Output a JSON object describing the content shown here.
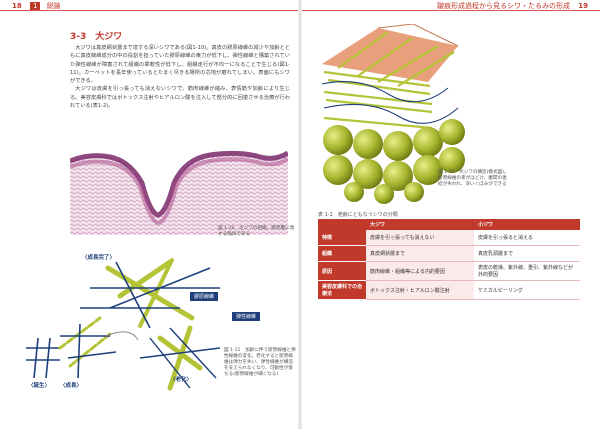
{
  "header": {
    "left_page_no": "18",
    "left_chapter_no": "1",
    "left_chapter": "総論",
    "right_title": "皺痕形成過程から見るシワ・たるみの形成",
    "right_page_no": "19"
  },
  "section": {
    "title": "3-3　大ジワ",
    "paragraphs": [
      "大ジワは真皮網状層まで達する深いシワである(図1-10)。真皮の膠原線維の減少や加齢とともに真皮線維成分の中の役割を担っていた膠原線維の東力が低下し、弾性線維と構築されていた弾性線維が障害されて組織の柔軟性が低下し、組織走行が不均一になることで生じる(図1-11)。カーペットを長年使っているとたまく尽きる場所の芯地が磨れてしまい、表面にもシワができる。",
      "大ジワは皮膚を引っ張っても消えないシワで、筋肉線維が縮み、表情筋や加齢により生じる。美容皮膚科ではボトックス注射やヒアルロン酸を注入して部分的に回復させる治療が行われている(表1-2)。"
    ]
  },
  "figure_1_10_caption": "図 1-10　大ジワの組織。網状層に達する陥凹である",
  "figure_1_11": {
    "caption": "図 1-11　加齢に伴う膠原線維と弾性線維の変化。老化すると膠原線維は弾力を失い、弾性線維が構造を支えられなくなり、可動性が落ちる(膠原線維が細くなる)",
    "labels": {
      "growth": "〈成長完了〉",
      "collagen": "膠原線維",
      "elastic": "弾性線維",
      "birth": "〈誕生〉",
      "growing": "〈成長〉",
      "aging": "〈老化〉"
    }
  },
  "figure_1_12_caption": "図 1-12　大ジワの構造(模式図)。膠原線維の束がほどけ、層間の連結が失われ、深いくぼみができる",
  "table": {
    "title": "表 1-2　老齢にともなうシワの分類",
    "headers": [
      "",
      "大ジワ",
      "小ジワ"
    ],
    "rows": [
      [
        "特徴",
        "皮膚を引っ張っても消えない",
        "皮膚を引っ張ると消える"
      ],
      [
        "組織",
        "真皮網状層まで",
        "真皮乳頭層まで"
      ],
      [
        "原因",
        "筋肉線維・組織等による内的要因",
        "表皮の乾燥、紫外線、重引、紫外線などが外的要因"
      ],
      [
        "美容皮膚科での治療法",
        "ボトックス注射・ヒアルロン酸注射",
        "ケミカルピーリング"
      ]
    ]
  },
  "colors": {
    "accent": "#c0392b",
    "collagen_fiber": "#b5c436",
    "elastic_fiber": "#1f3f7a",
    "tissue_pink": "#d98fb8"
  }
}
